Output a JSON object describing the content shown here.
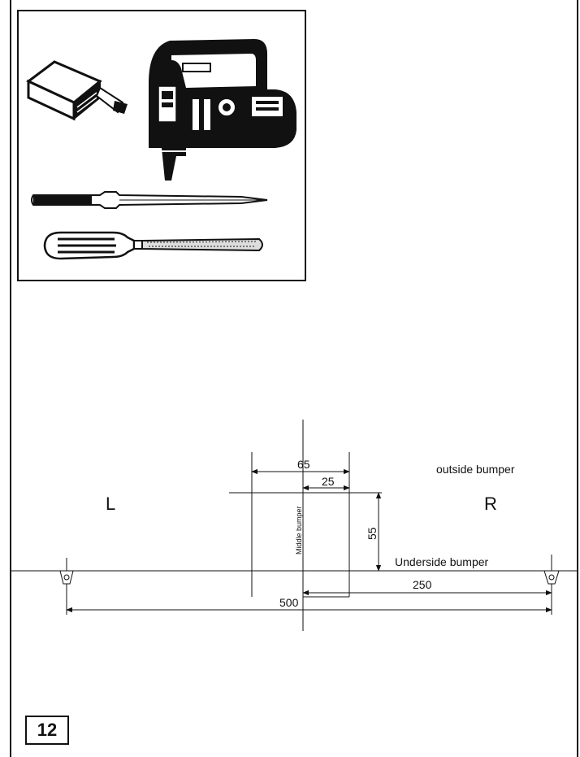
{
  "tools": {
    "items": [
      {
        "name": "tape-measure-icon"
      },
      {
        "name": "jigsaw-icon"
      },
      {
        "name": "scriber-icon"
      },
      {
        "name": "file-icon"
      }
    ]
  },
  "diagram": {
    "side_left": "L",
    "side_right": "R",
    "outside_label": "outside bumper",
    "underside_label": "Underside bumper",
    "middle_label": "Middle bumper",
    "dim_65": "65",
    "dim_25": "25",
    "dim_55": "55",
    "dim_250": "250",
    "dim_500": "500"
  },
  "figure": {
    "number": "12"
  },
  "colors": {
    "ink": "#111111",
    "paper": "#ffffff"
  }
}
